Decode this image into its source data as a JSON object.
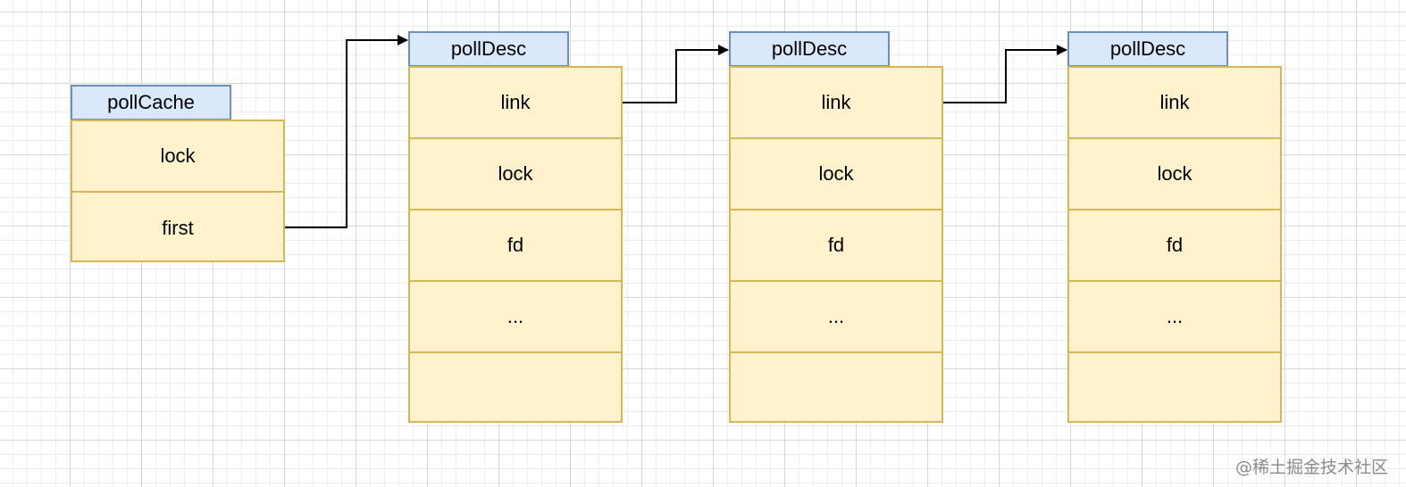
{
  "colors": {
    "header_fill": "#dae8fc",
    "header_stroke": "#6c8ebf",
    "body_fill": "#fff2cc",
    "body_stroke": "#d6b656",
    "arrow": "#000000"
  },
  "poll_cache": {
    "title": "pollCache",
    "fields": [
      "lock",
      "first"
    ]
  },
  "poll_descs": [
    {
      "title": "pollDesc",
      "fields": [
        "link",
        "lock",
        "fd",
        "...",
        ""
      ]
    },
    {
      "title": "pollDesc",
      "fields": [
        "link",
        "lock",
        "fd",
        "...",
        ""
      ]
    },
    {
      "title": "pollDesc",
      "fields": [
        "link",
        "lock",
        "fd",
        "...",
        ""
      ]
    }
  ],
  "watermark": "@稀土掘金技术社区"
}
